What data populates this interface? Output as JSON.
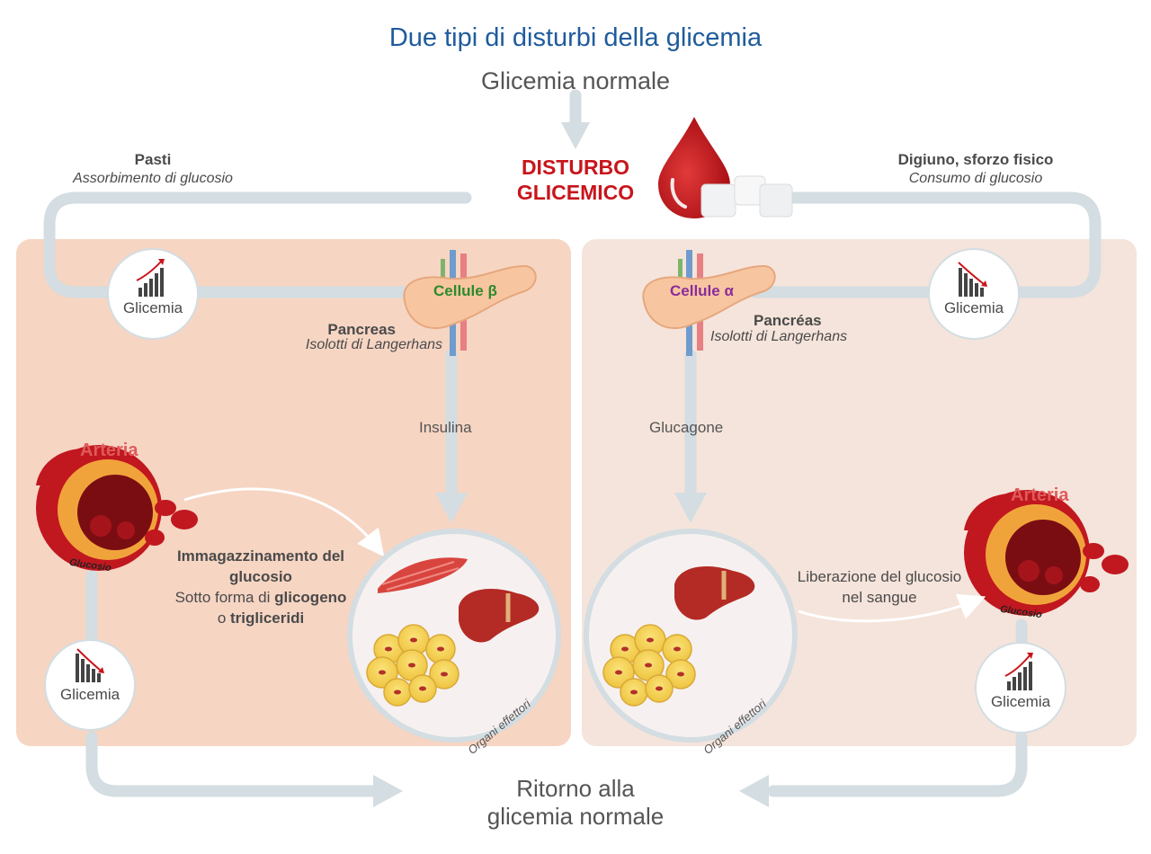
{
  "title": "Due tipi di disturbi della glicemia",
  "subtitle": "Glicemia normale",
  "center": {
    "line1": "DISTURBO",
    "line2": "GLICEMICO"
  },
  "left": {
    "trigger_title": "Pasti",
    "trigger_sub": "Assorbimento di glucosio",
    "glicemia_top": "Glicemia",
    "cells": "Cellule β",
    "pancreas_title": "Pancreas",
    "pancreas_sub": "Isolotti di  Langerhans",
    "hormone": "Insulina",
    "arteria": "Arteria",
    "glucosio": "Glucosio",
    "storage_line1": "Immagazzinamento del",
    "storage_line2": "glucosio",
    "storage_line3_prefix": "Sotto forma di ",
    "storage_line3_bold": "glicogeno",
    "storage_line4_prefix": "o ",
    "storage_line4_bold": "trigliceridi",
    "glicemia_bottom": "Glicemia",
    "organi": "Organi effettori"
  },
  "right": {
    "trigger_title": "Digiuno, sforzo fisico",
    "trigger_sub": "Consumo di glucosio",
    "glicemia_top": "Glicemia",
    "cells": "Cellule α",
    "pancreas_title": "Pancréas",
    "pancreas_sub": "Isolotti di Langerhans",
    "hormone": "Glucagone",
    "arteria": "Arteria",
    "glucosio": "Glucosio",
    "release_line1": "Liberazione del glucosio",
    "release_line2": "nel sangue",
    "glicemia_bottom": "Glicemia",
    "organi": "Organi effettori"
  },
  "footer": {
    "line1": "Ritorno alla",
    "line2": "glicemia normale"
  },
  "colors": {
    "title": "#1f5b9c",
    "alert": "#c8151b",
    "panel_left": "#f6d5c3",
    "panel_right": "#f5e4db",
    "flow": "#d3dde2",
    "arteria": "#e05a5a",
    "beta": "#2d8a2d",
    "alpha": "#8a2d9a"
  },
  "icons": [
    "blood-drop-icon",
    "sugar-cube-icon",
    "trend-up-icon",
    "trend-down-icon",
    "pancreas-icon",
    "artery-icon",
    "muscle-icon",
    "liver-icon",
    "fat-cells-icon"
  ]
}
